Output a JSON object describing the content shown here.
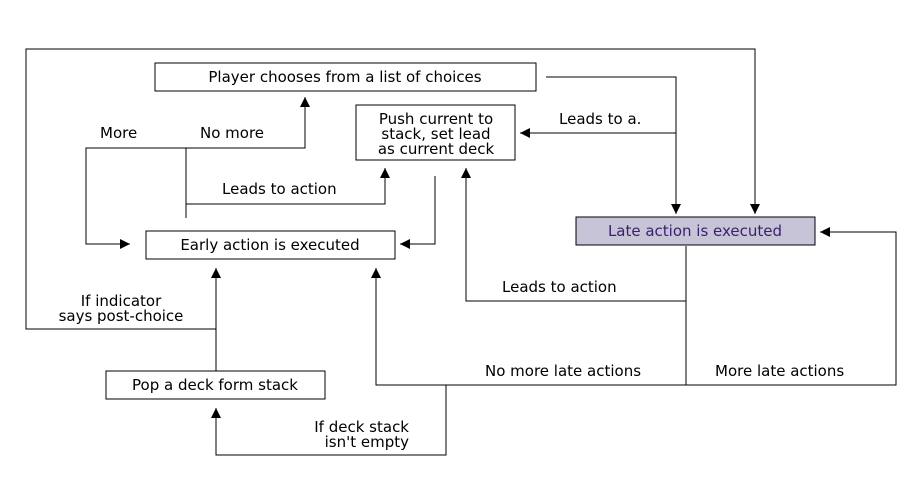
{
  "nodes": {
    "player_chooses": "Player chooses from a list of choices",
    "push_current": [
      "Push current to",
      "stack, set lead",
      "as current deck"
    ],
    "early_action": "Early action is executed",
    "late_action": "Late action is executed",
    "pop_deck": "Pop a deck form stack"
  },
  "edge_labels": {
    "more": "More",
    "no_more": "No more",
    "leads_to_action_top": "Leads to action",
    "leads_to_a": "Leads to a.",
    "if_indicator": [
      "If indicator",
      "says post-choice"
    ],
    "leads_to_action_bottom": "Leads to action",
    "no_more_late_actions": "No more late actions",
    "more_late_actions": "More late actions",
    "if_deck_stack": [
      "If deck stack",
      "isn't empty"
    ]
  },
  "colors": {
    "highlight_fill": "#c8c4d8",
    "highlight_text": "#3a1f6e"
  }
}
